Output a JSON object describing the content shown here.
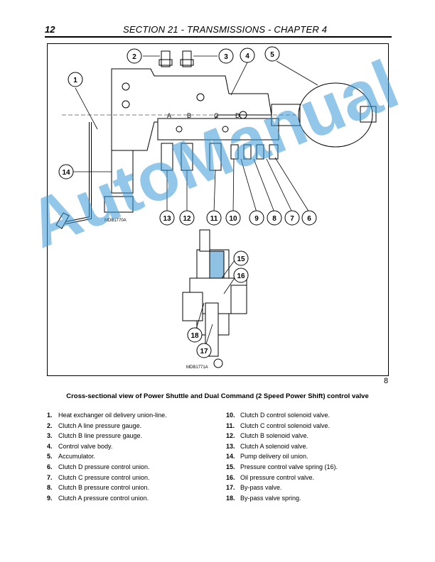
{
  "header": {
    "page_number": "12",
    "section_title": "SECTION 21 - TRANSMISSIONS - CHAPTER 4"
  },
  "figure": {
    "number": "8",
    "caption": "Cross-sectional view of Power Shuttle and Dual Command (2 Speed Power Shift) control valve",
    "image_codes": [
      "MDB1770A",
      "MDB1771A"
    ],
    "valve_letters": [
      "A",
      "B",
      "C",
      "D"
    ],
    "callouts": [
      "1",
      "2",
      "3",
      "4",
      "5",
      "6",
      "7",
      "8",
      "9",
      "10",
      "11",
      "12",
      "13",
      "14",
      "15",
      "16",
      "17",
      "18"
    ]
  },
  "watermark": "AutoManual",
  "legend_left": [
    {
      "num": "1.",
      "text": "Heat exchanger oil delivery union-line."
    },
    {
      "num": "2.",
      "text": "Clutch A line pressure gauge."
    },
    {
      "num": "3.",
      "text": "Clutch B line pressure gauge."
    },
    {
      "num": "4.",
      "text": "Control valve body."
    },
    {
      "num": "5.",
      "text": "Accumulator."
    },
    {
      "num": "6.",
      "text": "Clutch D pressure control union."
    },
    {
      "num": "7.",
      "text": "Clutch C pressure control union."
    },
    {
      "num": "8.",
      "text": "Clutch B pressure control union."
    },
    {
      "num": "9.",
      "text": "Clutch A pressure control union."
    }
  ],
  "legend_right": [
    {
      "num": "10.",
      "text": "Clutch D control solenoid valve."
    },
    {
      "num": "11.",
      "text": "Clutch C control solenoid valve."
    },
    {
      "num": "12.",
      "text": "Clutch B solenoid valve."
    },
    {
      "num": "13.",
      "text": "Clutch A solenoid valve."
    },
    {
      "num": "14.",
      "text": "Pump delivery oil union."
    },
    {
      "num": "15.",
      "text": "Pressure control valve spring (16)."
    },
    {
      "num": "16.",
      "text": "Oil pressure control valve."
    },
    {
      "num": "17.",
      "text": "By-pass valve."
    },
    {
      "num": "18.",
      "text": "By-pass valve spring."
    }
  ]
}
